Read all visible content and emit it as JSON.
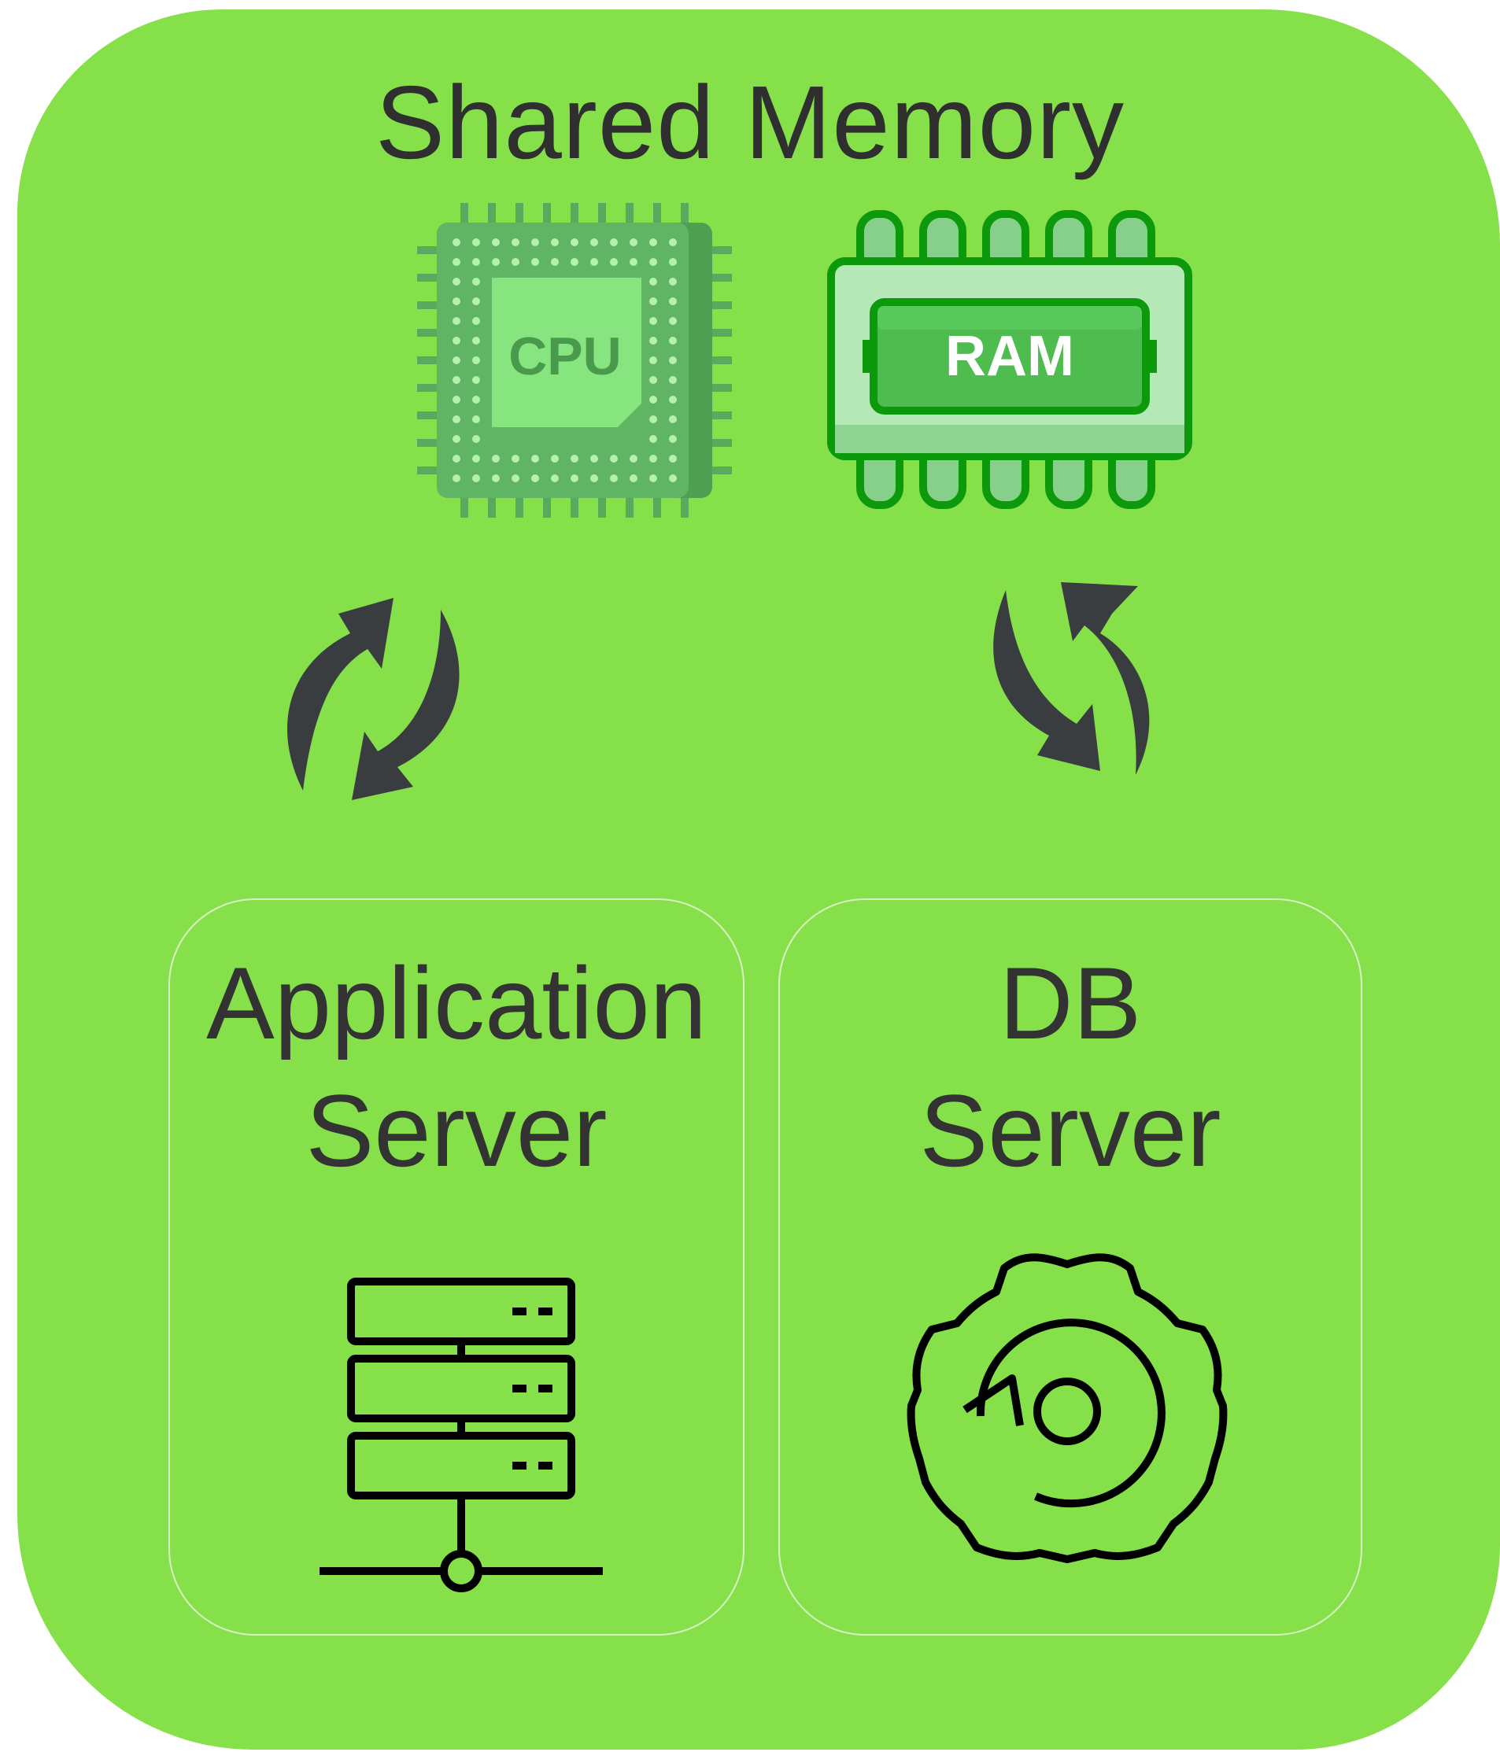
{
  "diagram": {
    "title": "Shared Memory",
    "cpu": {
      "label": "CPU",
      "icon": "cpu-chip-icon"
    },
    "ram": {
      "label": "RAM",
      "icon": "ram-module-icon"
    },
    "left_sync": {
      "icon": "sync-arrows-icon"
    },
    "right_sync": {
      "icon": "sync-arrows-icon"
    },
    "app_server": {
      "line1": "Application",
      "line2": "Server",
      "icon": "server-rack-icon"
    },
    "db_server": {
      "line1": "DB",
      "line2": "Server",
      "icon": "gear-refresh-icon"
    },
    "colors": {
      "background": "#85e04a",
      "text": "#333333",
      "arrows": "#3a3d40",
      "chip_green": "#4caf50"
    }
  }
}
